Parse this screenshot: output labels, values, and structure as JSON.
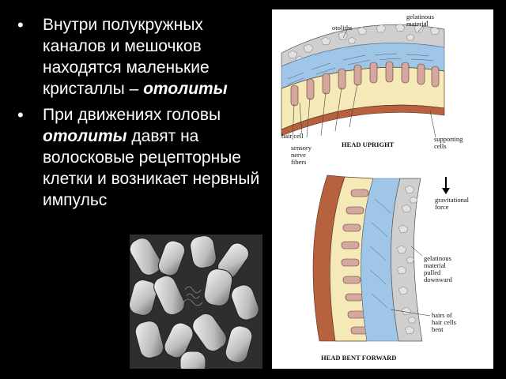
{
  "bullets": [
    {
      "text": "Внутри полукружных каналов и мешочков находятся маленькие кристаллы – ",
      "emphasis": "отолиты",
      "tail": ""
    },
    {
      "text": "При движениях головы ",
      "emphasis": "отолиты",
      "tail": " давят на волосковые рецепторные клетки и возникает нервный импульс"
    }
  ],
  "diagram_labels": {
    "otoliths": "otoliths",
    "gelatinous_1": "gelatinous",
    "material_1": "material",
    "hair_cell": "hair cell",
    "sensory": "sensory",
    "nerve": "nerve",
    "fibers": "fibers",
    "head_upright": "HEAD UPRIGHT",
    "supporting": "supporting",
    "cells": "cells",
    "gravitational": "gravitational",
    "force": "force",
    "gelatinous_2": "gelatinous",
    "material_2": "material",
    "pulled": "pulled",
    "downward": "downward",
    "hairs_of": "hairs of",
    "hair_cells": "hair cells",
    "bent": "bent",
    "head_bent": "HEAD BENT FORWARD"
  }
}
